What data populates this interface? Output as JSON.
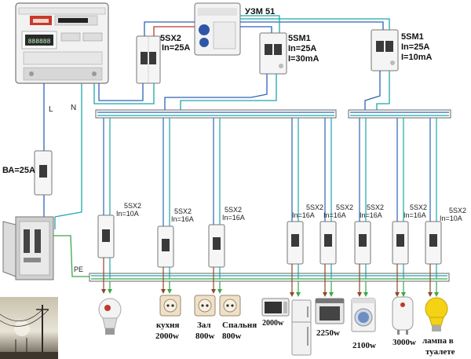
{
  "colors": {
    "line": "#2e64b8",
    "neutral": "#1ea7a7",
    "pe": "#3aa84a",
    "phase": "#8a4a2a",
    "wire_red": "#c0392b",
    "bus": "#555555"
  },
  "devices": {
    "uzm": {
      "label": "УЗМ 51"
    },
    "main_breaker": {
      "model": "5SX2",
      "rating": "In=25A"
    },
    "rcd1": {
      "model": "5SM1",
      "rating": "In=25A",
      "leak": "I=30mA"
    },
    "rcd2": {
      "model": "5SM1",
      "rating": "In=25A",
      "leak": "I=10mA"
    },
    "input_breaker": {
      "label": "ВА=25А"
    }
  },
  "wire_labels": {
    "l": "L",
    "n": "N",
    "pe": "PE"
  },
  "branch_breakers": [
    {
      "model": "5SX2",
      "rating": "In=10A"
    },
    {
      "model": "5SX2",
      "rating": "In=16A"
    },
    {
      "model": "5SX2",
      "rating": "In=16A"
    },
    {
      "model": "5SX2",
      "rating": "In=16A"
    },
    {
      "model": "5SX2",
      "rating": "In=16A"
    },
    {
      "model": "5SX2",
      "rating": "In=16A"
    },
    {
      "model": "5SX2",
      "rating": "In=16A"
    },
    {
      "model": "5SX2",
      "rating": "In=10A"
    }
  ],
  "loads": {
    "kitchen": {
      "name": "кухня",
      "power": "2000w"
    },
    "hall": {
      "name": "Зал",
      "power": "800w"
    },
    "bedroom": {
      "name": "Спальня",
      "power": "800w"
    },
    "microwave": {
      "power": "2000w"
    },
    "oven": {
      "power": "2250w"
    },
    "washer": {
      "power": "2100w"
    },
    "boiler": {
      "power": "3000w"
    },
    "toilet_lamp": {
      "line1": "лампа в",
      "line2": "туалете"
    }
  }
}
